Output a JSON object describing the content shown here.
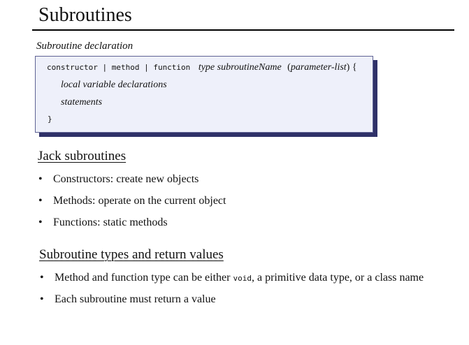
{
  "title": "Subroutines",
  "declaration": {
    "caption": "Subroutine declaration",
    "line1_keywords": "constructor | method | function",
    "line1_rest_a": "type subroutineName",
    "line1_paren_open": "(",
    "line1_params": "parameter-list",
    "line1_paren_close": ") {",
    "line2": "local variable declarations",
    "line3": "statements",
    "line4": "}"
  },
  "jack_section": {
    "heading": "Jack subroutines",
    "bullet_symbol": "•",
    "items": [
      "Constructors: create new objects",
      "Methods: operate on the current object",
      "Functions: static methods"
    ]
  },
  "types_section": {
    "heading": "Subroutine types and return values",
    "bullet_symbol": "•",
    "item1_before": "Method and function type can be either",
    "item1_code": "void",
    "item1_after": ", a primitive data type, or a class name",
    "item2": "Each subroutine must return a value"
  }
}
